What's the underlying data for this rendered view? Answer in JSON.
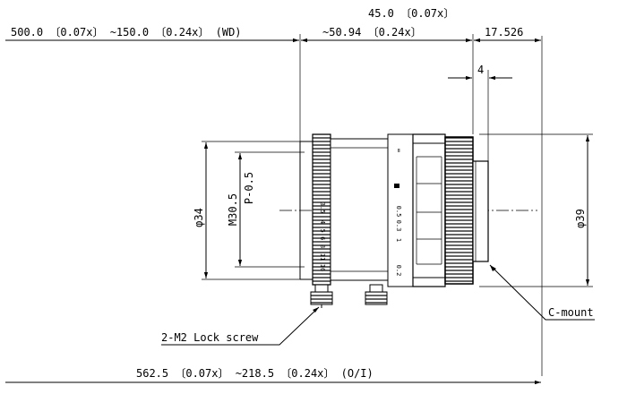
{
  "dimensions": {
    "wd_label": "500.0 〔0.07x〕 ~150.0 〔0.24x〕 (WD)",
    "length_top": "45.0 〔0.07x〕",
    "length_bottom": "~50.94 〔0.24x〕",
    "flange": "17.526",
    "mount_step": "4",
    "front_diameter": "φ34",
    "thread": "M30.5",
    "pitch": "P-0.5",
    "rear_diameter": "φ39",
    "oi_label": "562.5 〔0.07x〕 ~218.5 〔0.24x〕 (O/I)"
  },
  "callouts": {
    "lock_screw": "2-M2 Lock screw",
    "c_mount": "C-mount"
  },
  "aperture_scale": [
    "3.5",
    "4",
    "5.6",
    "8",
    "11",
    "16"
  ],
  "focus_scale": [
    "0.5",
    "0.3",
    "0.2"
  ],
  "focus_marks": [
    "∞",
    "1"
  ]
}
